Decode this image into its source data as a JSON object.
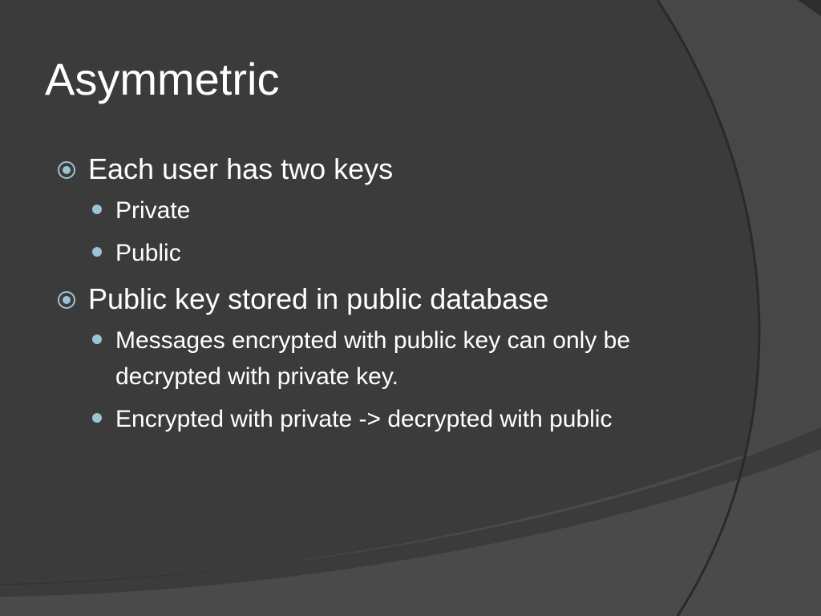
{
  "slide": {
    "title": "Asymmetric",
    "bullets": [
      {
        "text": "Each user has two keys",
        "sub": [
          "Private",
          "Public"
        ]
      },
      {
        "text": "Public key stored in public database",
        "sub": [
          "Messages encrypted with public key can only be decrypted with private key.",
          "Encrypted with private -> decrypted with public"
        ]
      }
    ]
  },
  "theme": {
    "background": "#3b3b3b",
    "panel_light": "#454545",
    "panel_dark": "#333333",
    "bullet_accent": "#9bc3d6",
    "text": "#ffffff"
  },
  "icons": {
    "level1_bullet": "target-bullet-icon",
    "level2_bullet": "dot-bullet-icon"
  }
}
